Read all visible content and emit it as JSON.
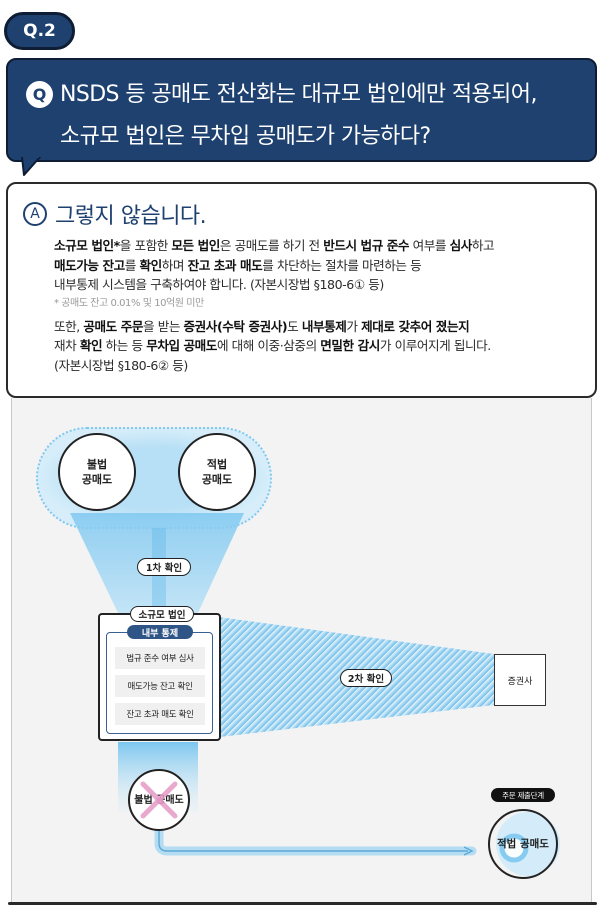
{
  "question": {
    "badge": "Q.2",
    "icon": "Q",
    "line1": "NSDS 등 공매도 전산화는 대규모 법인에만 적용되어,",
    "line2": "소규모 법인은 무차입 공매도가 가능하다?"
  },
  "answer": {
    "icon": "A",
    "heading": "그렇지 않습니다.",
    "p1": {
      "l1": [
        {
          "t": "소규모 법인*",
          "b": true
        },
        {
          "t": "을 포함한 ",
          "b": false
        },
        {
          "t": "모든 법인",
          "b": true
        },
        {
          "t": "은 공매도를 하기 전 ",
          "b": false
        },
        {
          "t": "반드시 법규 준수",
          "b": true
        },
        {
          "t": " 여부를 ",
          "b": false
        },
        {
          "t": "심사",
          "b": true
        },
        {
          "t": "하고",
          "b": false
        }
      ],
      "l2": [
        {
          "t": "매도가능 잔고",
          "b": true
        },
        {
          "t": "를 ",
          "b": false
        },
        {
          "t": "확인",
          "b": true
        },
        {
          "t": "하며 ",
          "b": false
        },
        {
          "t": "잔고 초과 매도",
          "b": true
        },
        {
          "t": "를 차단하는 절차를 마련하는 등",
          "b": false
        }
      ],
      "l3": [
        {
          "t": "내부통제 시스템을 구축하여야 합니다. (자본시장법 §180-6① 등)",
          "b": false
        }
      ]
    },
    "note": "* 공매도 잔고 0.01% 및 10억원 미만",
    "p2": {
      "l1": [
        {
          "t": "또한, ",
          "b": false
        },
        {
          "t": "공매도 주문",
          "b": true
        },
        {
          "t": "을 받는 ",
          "b": false
        },
        {
          "t": "증권사(수탁 증권사)",
          "b": true
        },
        {
          "t": "도 ",
          "b": false
        },
        {
          "t": "내부통제",
          "b": true
        },
        {
          "t": "가 ",
          "b": false
        },
        {
          "t": "제대로 갖추어 졌는지",
          "b": true
        }
      ],
      "l2": [
        {
          "t": "재차 ",
          "b": false
        },
        {
          "t": "확인",
          "b": true
        },
        {
          "t": " 하는 등 ",
          "b": false
        },
        {
          "t": "무차입 공매도",
          "b": true
        },
        {
          "t": "에 대해 이중·삼중의 ",
          "b": false
        },
        {
          "t": "면밀한 감시",
          "b": true
        },
        {
          "t": "가 이루어지게 됩니다.",
          "b": false
        }
      ],
      "l3": [
        {
          "t": "(자본시장법 §180-6② 등)",
          "b": false
        }
      ]
    }
  },
  "diagram": {
    "illegal_top": "불법\n공매도",
    "legal_top": "적법\n공매도",
    "check1": "1차 확인",
    "small_corp": "소규모 법인",
    "internal_control": "내부 통제",
    "controls": [
      "법규 준수 여부 심사",
      "매도가능 잔고 확인",
      "잔고 초과 매도 확인"
    ],
    "check2": "2차 확인",
    "broker": "증권사",
    "blocked": "불법 공매도",
    "order_stage": "주문 제출단계",
    "legal_final": "적법 공매도"
  },
  "colors": {
    "navy": "#1e4170",
    "beam": "#7fc8f0",
    "blocked_x": "#e8a0c8",
    "panel": "#f3f3f3"
  }
}
